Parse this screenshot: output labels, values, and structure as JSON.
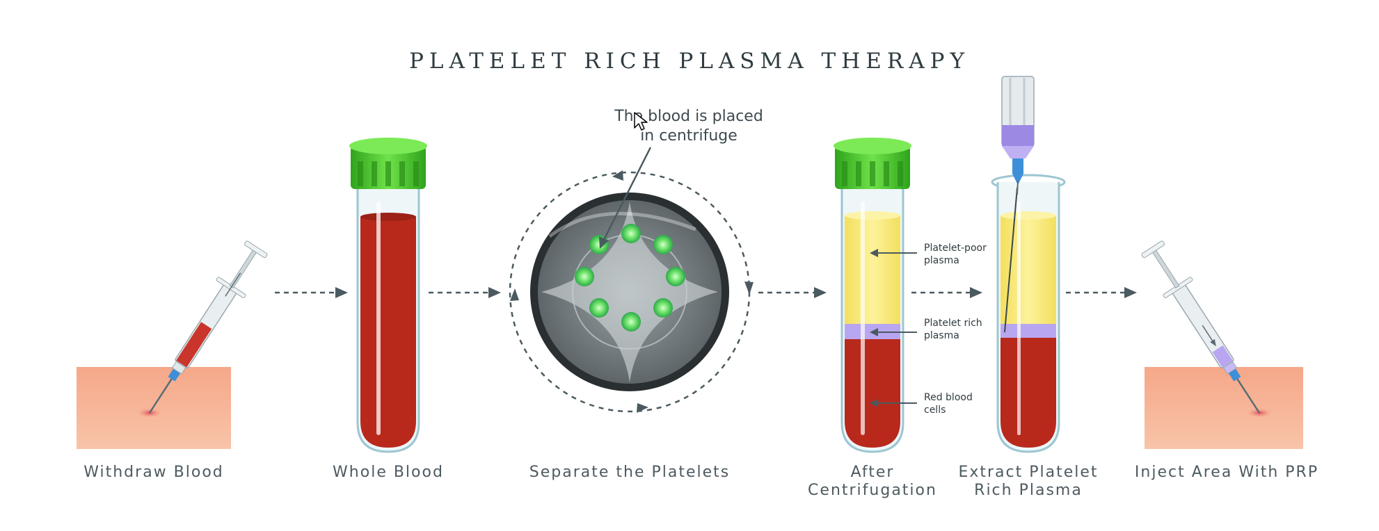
{
  "title": "PLATELET RICH PLASMA THERAPY",
  "callout": {
    "line1": "The blood is placed",
    "line2": "in centrifuge"
  },
  "labels": {
    "platelet_poor": {
      "line1": "Platelet-poor",
      "line2": "plasma"
    },
    "platelet_rich": {
      "line1": "Platelet rich",
      "line2": "plasma"
    },
    "red_cells": {
      "line1": "Red blood",
      "line2": "cells"
    }
  },
  "steps": [
    {
      "line1": "Withdraw Blood",
      "line2": ""
    },
    {
      "line1": "Whole Blood",
      "line2": ""
    },
    {
      "line1": "Separate the Platelets",
      "line2": ""
    },
    {
      "line1": "After",
      "line2": "Centrifugation"
    },
    {
      "line1": "Extract Platelet",
      "line2": "Rich Plasma"
    },
    {
      "line1": "Inject Area With PRP",
      "line2": ""
    }
  ],
  "colors": {
    "blood": "#b8291c",
    "plasma": "#f9e77a",
    "prp": "#b9a6f0",
    "cap": "#52d62c",
    "skin": "#f2b394",
    "arrow": "#4a5a60",
    "text": "#4d5a60"
  },
  "icons": [
    "syringe-icon",
    "test-tube-icon",
    "centrifuge-icon",
    "cursor-icon"
  ]
}
